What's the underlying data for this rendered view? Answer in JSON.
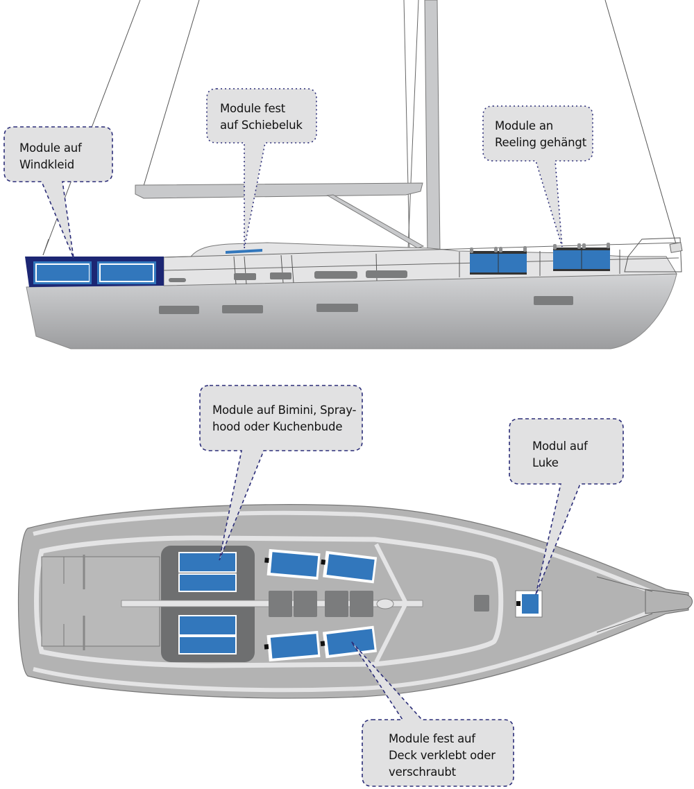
{
  "diagram": {
    "subject": "Solar module placement on a sailboat",
    "views": [
      "side-view",
      "top-view"
    ],
    "colors": {
      "module_blue": "#3277bc",
      "module_frame": "#ffffff",
      "windkleid_navy": "#1c2673",
      "hull_gray": "#bdbec0",
      "deck_gray": "#b3b3b3",
      "dark_gray": "#6e6f70",
      "callout_fill": "#e1e1e2",
      "callout_border": "#2b2d78"
    }
  },
  "callouts": {
    "windkleid": {
      "text": "Module auf\nWindkleid"
    },
    "schiebeluk": {
      "text": "Module fest\nauf Schiebeluk"
    },
    "reeling": {
      "text": "Module an\nReeling gehängt"
    },
    "bimini": {
      "text": "Module auf Bimini, Spray-\nhood oder Kuchenbude"
    },
    "luke": {
      "text": "Modul auf\nLuke"
    },
    "deck": {
      "text": "Module fest auf\nDeck verklebt oder\nverschraubt"
    }
  }
}
